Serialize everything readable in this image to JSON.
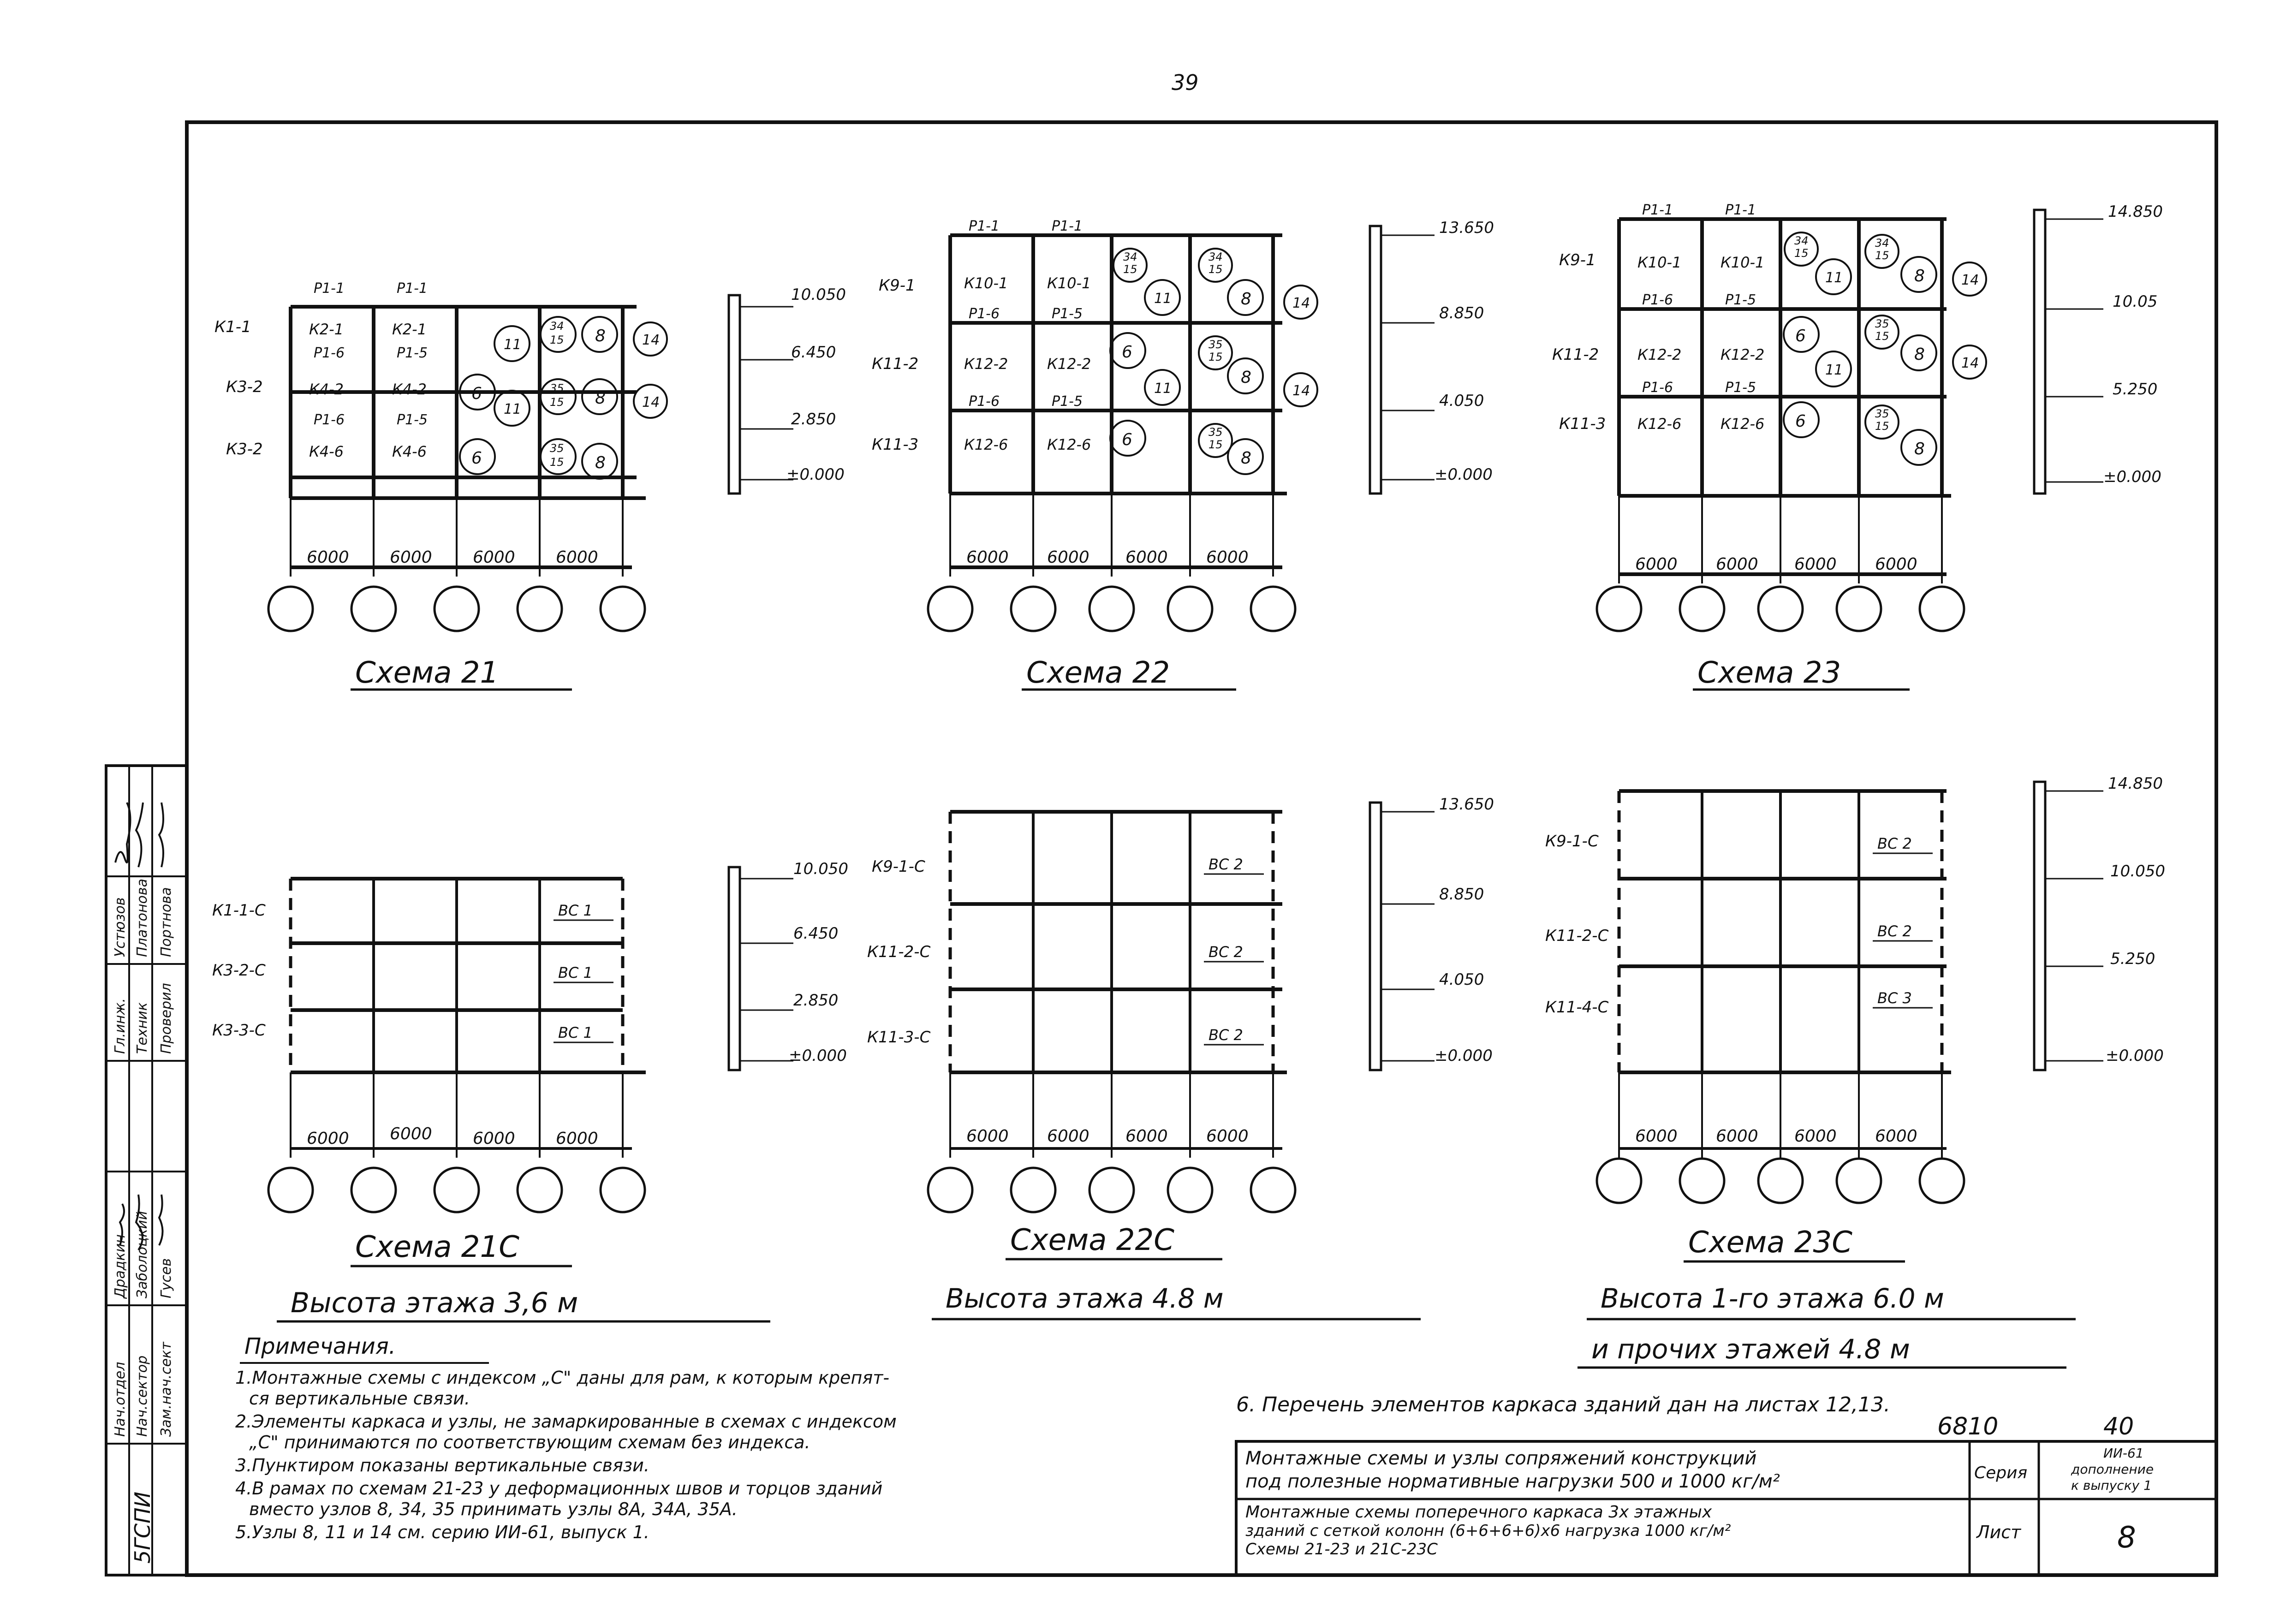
{
  "sheet": {
    "page_number": "39",
    "schemes": [
      {
        "title": "Схема 21",
        "spans": [
          "6000",
          "6000",
          "6000",
          "6000"
        ],
        "left_labels": [
          "К1-1",
          "К3-2",
          "К3-2"
        ],
        "col_labels": [
          [
            "К2-1",
            "К2-1"
          ],
          [
            "К4-2",
            "К4-2"
          ],
          [
            "К4-6",
            "К4-6"
          ]
        ],
        "beam_labels": [
          [
            "Р1-1",
            "Р1-1"
          ],
          [
            "Р1-6",
            "Р1-5"
          ],
          [
            "Р1-6",
            "Р1-5"
          ]
        ],
        "level_marks": [
          "10.050",
          "6.450",
          "2.850",
          "±0.000"
        ]
      },
      {
        "title": "Схема 22",
        "spans": [
          "6000",
          "6000",
          "6000",
          "6000"
        ],
        "left_labels": [
          "К9-1",
          "К11-2",
          "К11-3"
        ],
        "col_labels": [
          [
            "К10-1",
            "К10-1"
          ],
          [
            "К12-2",
            "К12-2"
          ],
          [
            "К12-6",
            "К12-6"
          ]
        ],
        "beam_labels": [
          [
            "Р1-1",
            "Р1-1"
          ],
          [
            "Р1-6",
            "Р1-5"
          ],
          [
            "Р1-6",
            "Р1-5"
          ]
        ],
        "level_marks": [
          "13.650",
          "8.850",
          "4.050",
          "±0.000"
        ]
      },
      {
        "title": "Схема 23",
        "spans": [
          "6000",
          "6000",
          "6000",
          "6000"
        ],
        "left_labels": [
          "К9-1",
          "К11-2",
          "К11-3"
        ],
        "col_labels": [
          [
            "К10-1",
            "К10-1"
          ],
          [
            "К12-2",
            "К12-2"
          ],
          [
            "К12-6",
            "К12-6"
          ]
        ],
        "beam_labels": [
          [
            "Р1-1",
            "Р1-1"
          ],
          [
            "Р1-6",
            "Р1-5"
          ],
          [
            "Р1-6",
            "Р1-5"
          ]
        ],
        "level_marks": [
          "14.850",
          "10.05",
          "5.250",
          "±0.000"
        ]
      },
      {
        "title": "Схема 21С",
        "spans": [
          "6000",
          "6000",
          "6000",
          "6000"
        ],
        "left_labels": [
          "К1-1-С",
          "К3-2-С",
          "К3-3-С"
        ],
        "bracing": [
          "ВС 1",
          "ВС 1",
          "ВС 1"
        ],
        "level_marks": [
          "10.050",
          "6.450",
          "2.850",
          "±0.000"
        ],
        "height_note": "Высота этажа 3,6 м"
      },
      {
        "title": "Схема 22С",
        "spans": [
          "6000",
          "6000",
          "6000",
          "6000"
        ],
        "left_labels": [
          "К9-1-С",
          "К11-2-С",
          "К11-3-С"
        ],
        "bracing": [
          "ВС 2",
          "ВС 2",
          "ВС 2"
        ],
        "level_marks": [
          "13.650",
          "8.850",
          "4.050",
          "±0.000"
        ],
        "height_note": "Высота этажа 4.8 м"
      },
      {
        "title": "Схема 23С",
        "spans": [
          "6000",
          "6000",
          "6000",
          "6000"
        ],
        "left_labels": [
          "К9-1-С",
          "К11-2-С",
          "К11-4-С"
        ],
        "bracing": [
          "ВС 2",
          "ВС 2",
          "ВС 3"
        ],
        "level_marks": [
          "14.850",
          "10.050",
          "5.250",
          "±0.000"
        ],
        "height_note": "Высота 1-го этажа 6.0 м",
        "height_note_2": "и прочих этажей 4.8 м"
      }
    ],
    "nodes": {
      "n34": "34",
      "n35": "35",
      "n15": "15",
      "n11": "11",
      "n8": "8",
      "n14": "14",
      "n6": "6"
    },
    "notes": {
      "heading": "Примечания.",
      "items": [
        "1.Монтажные схемы с индексом „С\" даны      для рам, к которым крепят-",
        "ся вертикальные связи.",
        "2.Элементы каркаса и узлы, не замаркированные в схемах с индексом",
        "„С\" принимаются по соответствующим схемам без индекса.",
        "3.Пунктиром показаны вертикальные связи.",
        "4.В рамах по схемам 21-23 у деформационных швов и торцов зданий",
        "вместо узлов 8, 34, 35 принимать узлы 8А, 34А, 35А.",
        "5.Узлы 8, 11 и 14 см. серию ИИ-61, выпуск 1."
      ],
      "item6": "6. Перечень элементов каркаса зданий дан на листах 12,13."
    },
    "title_block": {
      "project_no": "6810",
      "sheet_no_top": "40",
      "desc1_line1": "Монтажные схемы и узлы сопряжений конструкций",
      "desc1_line2": "под полезные нормативные нагрузки 500 и 1000 кг/м²",
      "series_label": "Серия",
      "series_value_1": "ИИ-61",
      "series_value_2": "дополнение",
      "series_value_3": "к выпуску 1",
      "desc2_line1": "Монтажные схемы поперечного каркаса 3х этажных",
      "desc2_line2": "зданий с сеткой колонн (6+6+6+6)х6 нагрузка 1000 кг/м²",
      "desc2_line3": "Схемы 21-23  и 21С-23С",
      "sheet_label": "Лист",
      "sheet_value": "8"
    },
    "stamp": {
      "org": "5ГСПИ",
      "rows": [
        [
          "Нач.отдел",
          "Драдкин"
        ],
        [
          "Нач.сектор",
          "Заболоцкий"
        ],
        [
          "Зам.нач.сект",
          "Гусев"
        ],
        [
          "Гл.инж.",
          "Устюзов"
        ],
        [
          "Техник",
          "Платонова"
        ],
        [
          "Проверил",
          "Портнова"
        ]
      ]
    }
  }
}
